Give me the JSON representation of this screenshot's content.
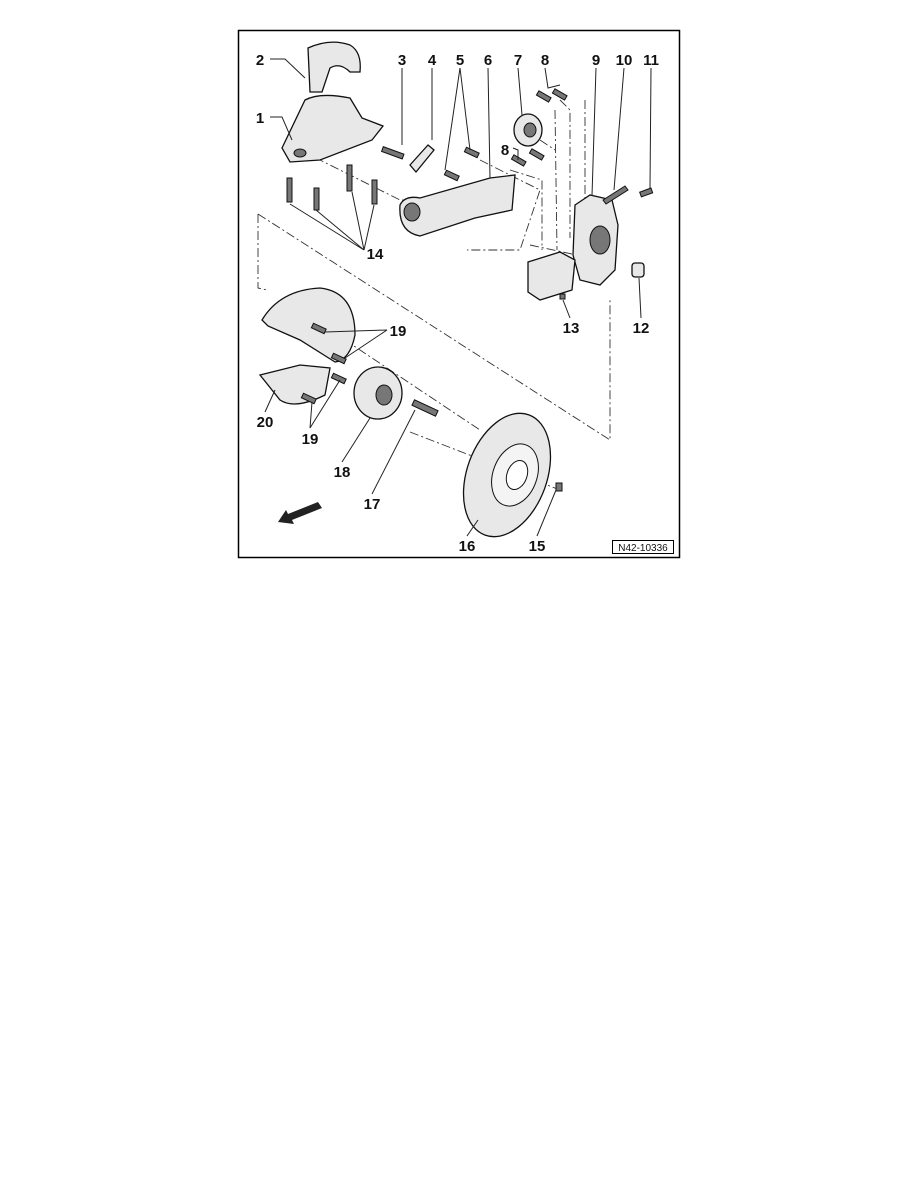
{
  "figure": {
    "reference_code": "N42-10336",
    "callouts": [
      "1",
      "2",
      "3",
      "4",
      "5",
      "6",
      "7",
      "8",
      "8",
      "9",
      "10",
      "11",
      "12",
      "13",
      "14",
      "15",
      "16",
      "17",
      "18",
      "19",
      "19",
      "20"
    ],
    "direction_arrow_icon": "arrow-forward-travel-direction"
  }
}
